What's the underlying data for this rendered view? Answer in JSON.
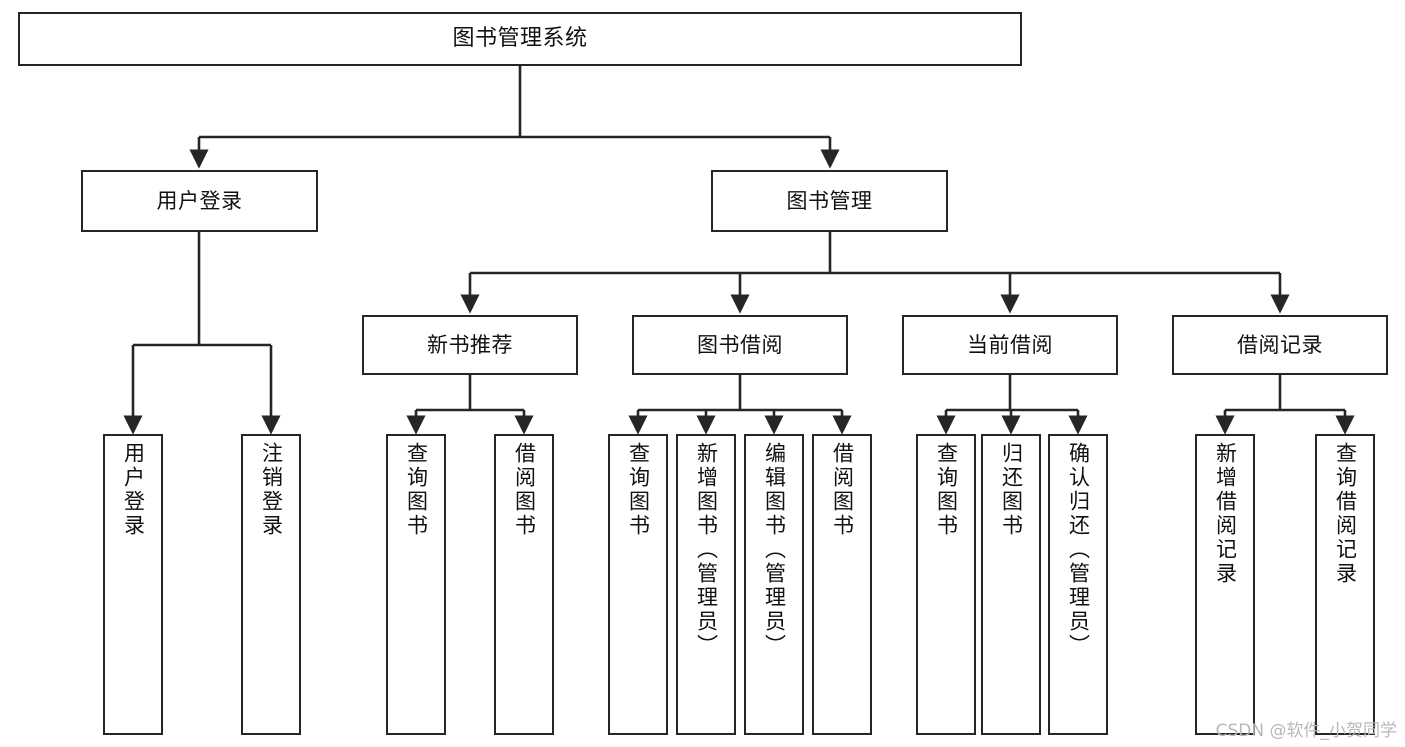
{
  "diagram": {
    "title": "图书管理系统",
    "type": "tree",
    "orientation": "top-down",
    "line_color": "#262626",
    "box_fill": "#ffffff",
    "text_color": "#111111",
    "nodes": {
      "root": {
        "label": "图书管理系统"
      },
      "level2": [
        {
          "label": "用户登录"
        },
        {
          "label": "图书管理"
        }
      ],
      "level3": [
        {
          "label": "新书推荐"
        },
        {
          "label": "图书借阅"
        },
        {
          "label": "当前借阅"
        },
        {
          "label": "借阅记录"
        }
      ],
      "leaves_user_login": [
        {
          "label": "用户登录"
        },
        {
          "label": "注销登录"
        }
      ],
      "leaves_new_book": [
        {
          "label": "查询图书"
        },
        {
          "label": "借阅图书"
        }
      ],
      "leaves_book_borrow": [
        {
          "label": "查询图书"
        },
        {
          "label": "新增图书（管理员）"
        },
        {
          "label": "编辑图书（管理员）"
        },
        {
          "label": "借阅图书"
        }
      ],
      "leaves_current_borrow": [
        {
          "label": "查询图书"
        },
        {
          "label": "归还图书"
        },
        {
          "label": "确认归还（管理员）"
        }
      ],
      "leaves_borrow_record": [
        {
          "label": "新增借阅记录"
        },
        {
          "label": "查询借阅记录"
        }
      ]
    }
  },
  "watermark": {
    "text": "CSDN @软件_小贺同学"
  }
}
